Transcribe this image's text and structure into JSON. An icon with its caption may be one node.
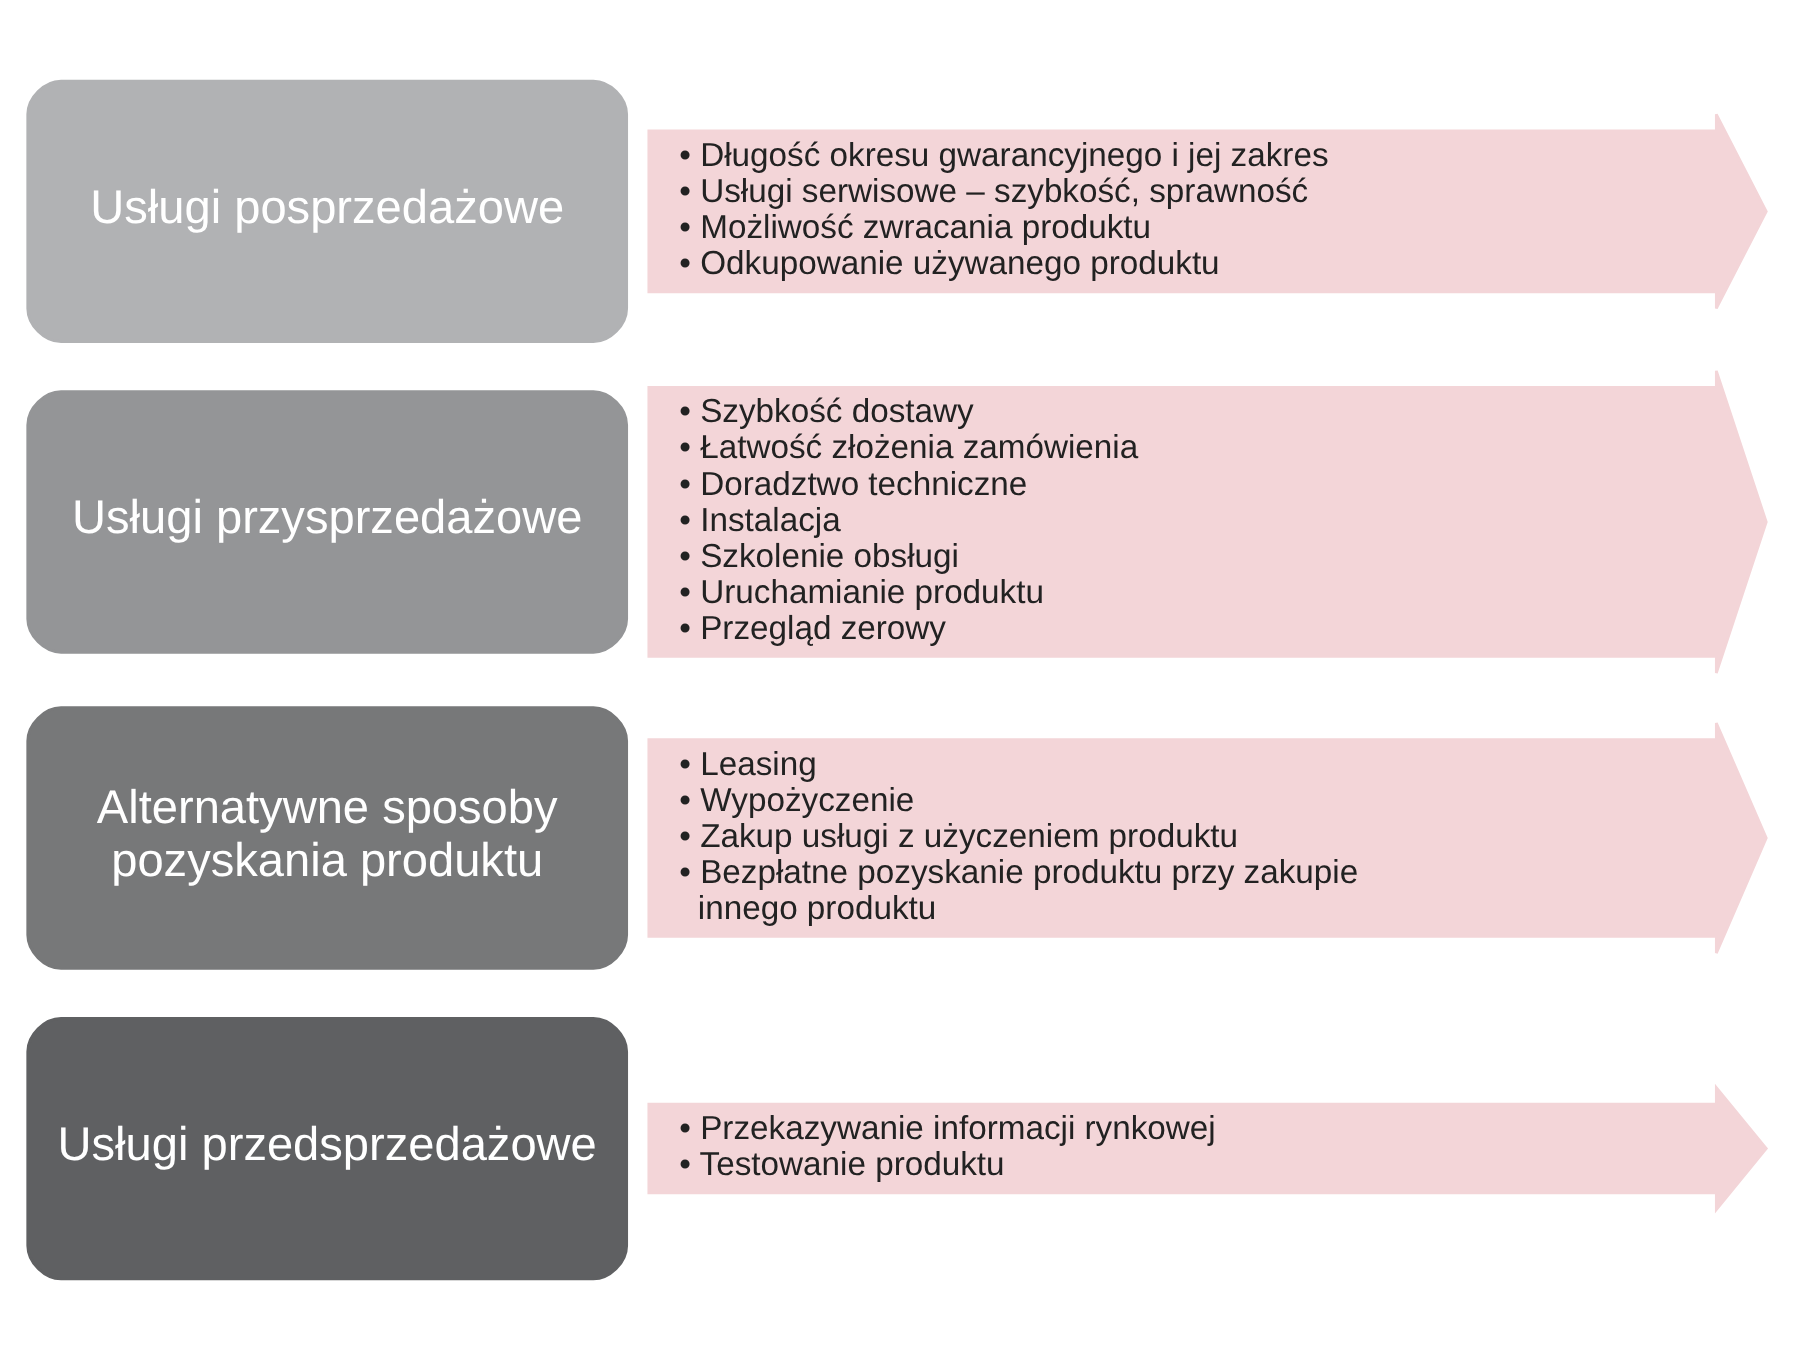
{
  "diagram": {
    "nodes": [
      {
        "text": [
          "Usługi przedsprzedażowe"
        ]
      },
      {
        "text": [
          "• Przekazywanie informacji rynkowej",
          "• Testowanie produktu"
        ]
      },
      {
        "text": [
          "Alternatywne sposoby pozyskania produktu"
        ]
      },
      {
        "text": [
          "• Leasing",
          "• Wypożyczenie",
          "• Zakup usługi z użyczeniem produktu",
          "• Bezpłatne pozyskanie produktu przy zakupie innego produktu"
        ]
      },
      {
        "text": [
          "Usługi przysprzedażowe"
        ]
      },
      {
        "text": [
          "• Szybkość dostawy",
          "• Łatwość złożenia zamówienia",
          "• Doradztwo techniczne",
          "• Instalacja",
          "• Szkolenie obsługi",
          "• Uruchamianie produktu",
          "• Przegląd zerowy"
        ]
      },
      {
        "text": [
          "Usługi posprzedażowe"
        ]
      },
      {
        "text": [
          "• Długość okresu gwarancyjnego i jej zakres",
          "• Usługi serwisowe – szybkość, sprawność",
          "• Możliwość zwracania produktu",
          "• Odkupowanie używanego produktu"
        ]
      }
    ],
    "edges": []
  }
}
